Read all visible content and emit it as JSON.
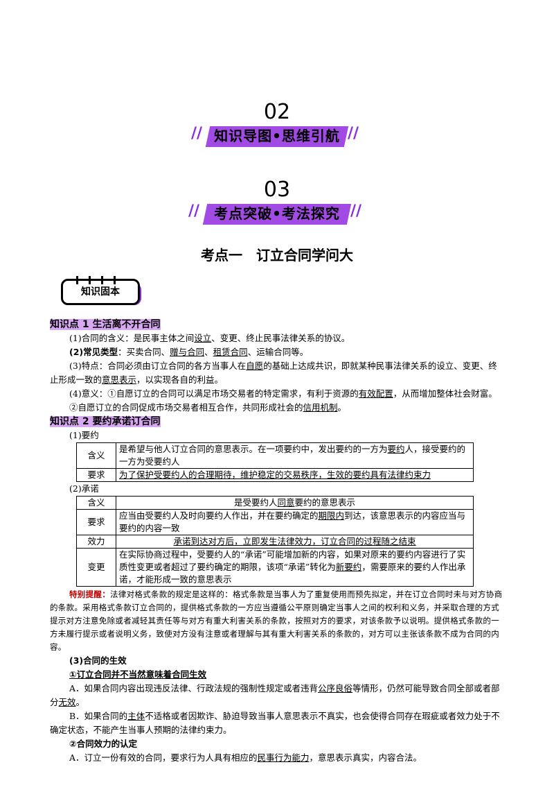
{
  "sections": [
    {
      "num": "02",
      "title": "知识导图•思维引航"
    },
    {
      "num": "03",
      "title": "考点突破•考法探究"
    }
  ],
  "kaodian_title": "考点一　订立合同学问大",
  "knowledge_box": "知识固本",
  "kp1": {
    "title": "知识点 1  生活离不开合同",
    "p1_a": "(1)合同的含义：是民事主体之间",
    "p1_u": "设立",
    "p1_b": "、变更、终止民事法律关系的协议。",
    "p2_label": "(2)常见类型",
    "p2_a": "：买卖合同、",
    "p2_u1": "赠与合同",
    "p2_b": "、",
    "p2_u2": "租赁合同",
    "p2_c": "、运输合同等。",
    "p3_a": "(3)特点：合同必须由订立合同的各方当事人在",
    "p3_u1": "自愿",
    "p3_b": "的基础上达成共识，即就某种民事法律关系的设立、变更、终止形成一致的",
    "p3_u2": "意思表示",
    "p3_c": "，以实现各自的利益。",
    "p4_a": "(4)意义：①自愿订立的合同可以满足市场交易者的特定需求，有利于资源的",
    "p4_u": "有效配置",
    "p4_b": "，从而增加整体社会财富。",
    "p5_a": "②自愿订立的合同促成市场交易者相互合作，共同形成社会的",
    "p5_u": "信用机制",
    "p5_b": "。"
  },
  "kp2": {
    "title": "知识点 2  要约承诺订合同",
    "yaoyue_label": "(1)要约",
    "t1": {
      "r1_h": "含义",
      "r1_a": "是希望与他人订立合同的意思表示。在一项要约中，发出要约的一方为",
      "r1_u": "要约",
      "r1_b": "人，接受要约的一方为受要约人",
      "r2_h": "要求",
      "r2_text": "为了保护受要约人的合理期待，维护稳定的交易秩序，生效的要约具有法律约束力"
    },
    "chengnuo_label": "(2)承诺",
    "t2": {
      "r1_h": "含义",
      "r1_a": "是受要约人",
      "r1_u": "同意",
      "r1_b": "要约的意思表示",
      "r2_h": "要求",
      "r2_a": "应当由受要约人及时向要约人作出，并在要约确定的",
      "r2_u": "期限内",
      "r2_b": "到达，该意思表示的内容应当与要约的内容一致",
      "r3_h": "效力",
      "r3_text": "承诺到达对方后，立即发生法律效力，订立合同的过程随之结束",
      "r4_h": "变更",
      "r4_a": "在实际协商过程中，受要约人的“承诺”可能增加新的内容，如果对原来的要约内容进行了实质性变更或者超过了要约确定的期限，该项“承诺”转化为",
      "r4_u": "新要约",
      "r4_b": "，需要原来的要约人作出承诺，才能形成一致的意思表示"
    },
    "tip_label": "特别提醒：",
    "tip_text": "法律对格式条款的规定是这样的：格式条款是当事人为了重复使用而预先拟定，并在订立合同时未与对方协商的条款。采用格式条款订立合同的，提供格式条款的一方应当遵循公平原则确定当事人之间的权利和义务，并采取合理的方式提示对方注意免除或者减轻其责任等与对方有重大利害关系的条款，按照对方的要求，对该条款予以说明。提供格式条款的一方未履行提示或者说明义务，致使对方没有注意或者理解与其有重大利害关系的条款的，对方可以主张该条款不成为合同的内容。",
    "effect_label": "(3)合同的生效",
    "e1_title": "①订立合同并不当然意味着合同生效",
    "eA_a": "A．如果合同内容出现违反法律、行政法规的强制性规定或者违背",
    "eA_u1": "公序良俗",
    "eA_b": "等情形，仍然可能导致合同全部或者部分",
    "eA_u2": "无效",
    "eA_c": "。",
    "eB_a": "B．如果合同的",
    "eB_u": "主体",
    "eB_b": "不适格或者因欺诈、胁迫导致当事人意思表示不真实，也会使得合同存在瑕疵或者效力处于不确定状态，不能产生当事人预期的法律约束力。",
    "e2_title": "②合同效力的认定",
    "e2A_a": "A．订立一份有效的合同，要求行为人具有相应的",
    "e2A_u": "民事行为能力",
    "e2A_b": "，意思表示真实，内容合法。"
  }
}
